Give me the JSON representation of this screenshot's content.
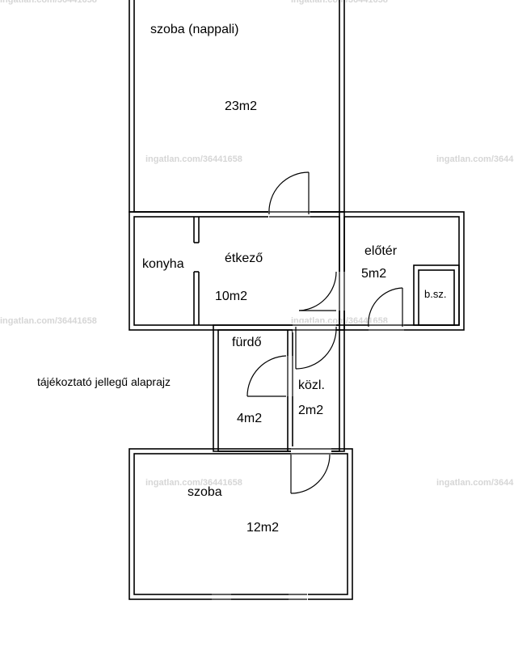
{
  "rooms": {
    "nappali": {
      "name": "szoba (nappali)",
      "area": "23m2"
    },
    "etkezo": {
      "name": "étkező",
      "area": "10m2"
    },
    "konyha": {
      "name": "konyha"
    },
    "eloter": {
      "name": "előtér",
      "area": "5m2"
    },
    "bsz": {
      "name": "b.sz."
    },
    "furdo": {
      "name": "fürdő",
      "area": "4m2"
    },
    "kozl": {
      "name": "közl.",
      "area": "2m2"
    },
    "szoba": {
      "name": "szoba",
      "area": "12m2"
    }
  },
  "note": "tájékoztató jellegű alaprajz",
  "watermark": "ingatlan.com/36441658",
  "colors": {
    "wall": "#000000",
    "watermark": "#d6d6d6"
  }
}
